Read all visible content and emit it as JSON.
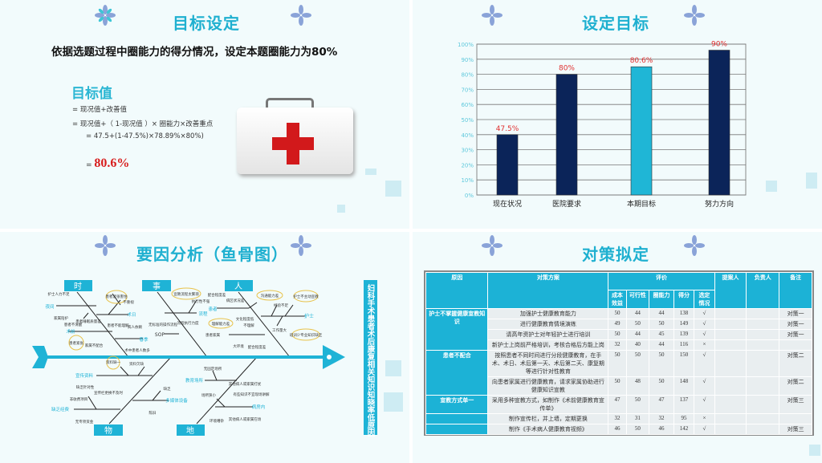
{
  "q1": {
    "title": "目标设定",
    "subtitle": "依据选题过程中圈能力的得分情况，设定本题圈能力为80%",
    "heading": "目标值",
    "line1": "= 现况值+改善值",
    "line2": "= 现况值+（ 1-现况值 ）× 圈能力×改善重点",
    "line3": "= 47.5+(1-47.5%)×78.89%×80%)",
    "result_eq": "=",
    "result": "80.6%"
  },
  "q2": {
    "title": "设定目标"
  },
  "chart_data": {
    "type": "bar",
    "categories": [
      "现在状况",
      "医院要求",
      "本期目标",
      "努力方向"
    ],
    "values": [
      40,
      80,
      85,
      96
    ],
    "data_labels": [
      "47.5%",
      "80%",
      "80.6%",
      "90%"
    ],
    "ylim": [
      0,
      100
    ],
    "yticks": [
      "0%",
      "10%",
      "20%",
      "30%",
      "40%",
      "50%",
      "60%",
      "70%",
      "80%",
      "90%",
      "100%"
    ],
    "colors": [
      "#0b2459",
      "#0b2459",
      "#1fb6d6",
      "#0b2459"
    ],
    "label_color": "#e03030",
    "grid": true
  },
  "q3": {
    "title": "要因分析（鱼骨图）",
    "effect": "妇科手术患者术后康复相关知识知晓率低原因",
    "categories": {
      "time": "时",
      "matter": "事",
      "person": "人",
      "material": "物",
      "place": "地"
    },
    "labels": {
      "t1": "护士人力不足",
      "t2": "夜间",
      "t3": "家属陪护",
      "t4": "患者不清醒",
      "t5": "患者紧张害怕",
      "t6": "不重视",
      "t7": "术日",
      "t8": "患者睡眠质量差",
      "t9": "术前",
      "t10": "患者紧张",
      "t11": "家属不配合",
      "t12": "患者不能理解",
      "t13": "病人依赖",
      "t14": "春季",
      "t15": "术中患者人数多",
      "m1": "宣教流程太繁琐",
      "m2": "执行性不强",
      "m3": "流程",
      "m4": "流程执行力度",
      "m5": "无标准的操作流程",
      "m6": "SOP",
      "p1": "配合程度差",
      "p2": "病区状况差",
      "p3": "患者",
      "p4": "理解能力差",
      "p5": "文化程度低",
      "p6": "不理解",
      "p7": "患者家属",
      "p8": "大环境",
      "p9": "配合程度差",
      "p10": "沟通能力差",
      "p11": "护士不主动宣教",
      "p12": "经验不足",
      "p13": "护士",
      "p14": "工作量大",
      "p15": "培训少专业知识缺乏",
      "w1": "资料缺一",
      "w2": "资料欠缺",
      "w3": "宣传资料",
      "w4": "缺乏针对性",
      "w5": "宣传栏更换不及时",
      "w6": "缺乏",
      "w7": "多媒体设备",
      "w8": "陈旧",
      "w9": "非收费项目",
      "w10": "缺乏经费",
      "w11": "无专项资金",
      "d1": "无固定场所",
      "d2": "教育场所",
      "d3": "场所狭小",
      "d4": "其他病人或家属打扰",
      "d5": "有些知识不宜现场讲解",
      "d6": "病房内",
      "d7": "环境嘈杂",
      "d8": "其他病人或家属在场"
    }
  },
  "q4": {
    "title": "对策拟定",
    "headers": {
      "cause": "原因",
      "plan": "对策方案",
      "eval": "评价",
      "proposer": "提案人",
      "owner": "负责人",
      "note": "备注",
      "cost": "成本效益",
      "feas": "可行性",
      "ability": "圈能力",
      "score": "得分",
      "sel": "选定情况"
    },
    "causes": [
      "护士不掌握健康宣教知识",
      "患者不配合",
      "宣教方式单一"
    ],
    "rows": [
      {
        "plan": "加强护士健康教育能力",
        "v": [
          "50",
          "44",
          "44",
          "138",
          "√"
        ],
        "note": "对策一"
      },
      {
        "plan": "进行健康教育情境演练",
        "v": [
          "49",
          "50",
          "50",
          "149",
          "√"
        ],
        "note": "对策一"
      },
      {
        "plan": "请高年资护士对年轻护士进行培训",
        "v": [
          "50",
          "44",
          "45",
          "139",
          "√"
        ],
        "note": "对策一"
      },
      {
        "plan": "新护士上岗前严格培训，考核合格后方能上岗",
        "v": [
          "32",
          "40",
          "44",
          "116",
          "×"
        ],
        "note": ""
      },
      {
        "plan": "按照患者不同时间进行分段健康教育，在手术、术日、术后第一天、术后第二天、康复期等进行针对性教育",
        "v": [
          "50",
          "50",
          "50",
          "150",
          "√"
        ],
        "note": "对策二"
      },
      {
        "plan": "向患者家属进行健康教育，请求家属协助进行健康知识宣教",
        "v": [
          "50",
          "48",
          "50",
          "148",
          "√"
        ],
        "note": "对策二"
      },
      {
        "plan": "采用多种宣教方式，如制作《术前健康教育宣传单》",
        "v": [
          "47",
          "50",
          "47",
          "137",
          "√"
        ],
        "note": "对策三"
      },
      {
        "plan": "制作宣传栏，并上墙，定期更换",
        "v": [
          "32",
          "31",
          "32",
          "95",
          "×"
        ],
        "note": ""
      },
      {
        "plan": "制作《手术病人健康教育视频》",
        "v": [
          "46",
          "50",
          "46",
          "142",
          "√"
        ],
        "note": "对策三"
      }
    ]
  }
}
